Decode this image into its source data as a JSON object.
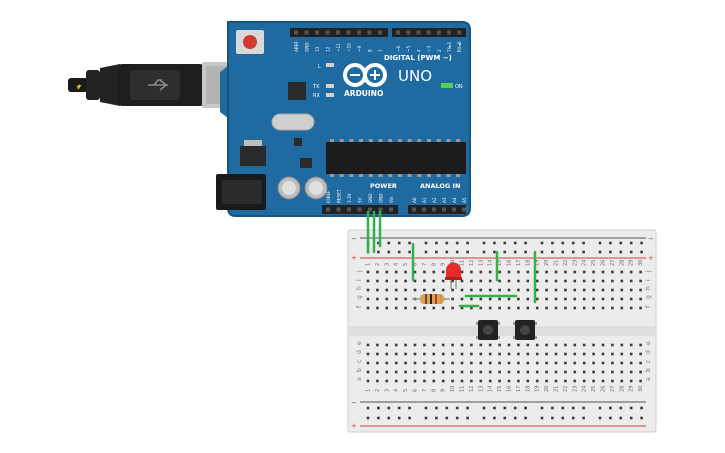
{
  "arduino": {
    "brand": "ARDUINO",
    "model": "UNO",
    "digital_header_label": "DIGITAL (PWM ~)",
    "power_label": "POWER",
    "analog_label": "ANALOG IN",
    "on_label": "ON",
    "led_l": "L",
    "led_tx": "TX",
    "led_rx": "RX",
    "digital_pins": [
      "AREF",
      "GND",
      "13",
      "12",
      "~11",
      "~10",
      "~9",
      "8",
      "7",
      "~6",
      "~5",
      "4",
      "~3",
      "2",
      "TX▸1",
      "RX◂0"
    ],
    "power_pins": [
      "IOREF",
      "RESET",
      "3.3V",
      "5V",
      "GND",
      "GND",
      "Vin"
    ],
    "analog_pins": [
      "A0",
      "A1",
      "A2",
      "A3",
      "A4",
      "A5"
    ]
  },
  "breadboard": {
    "columns": 30,
    "top_rows": [
      "j",
      "i",
      "h",
      "g",
      "f"
    ],
    "bottom_rows": [
      "e",
      "d",
      "c",
      "b",
      "a"
    ],
    "rail_minus": "−",
    "rail_plus": "+"
  },
  "colors": {
    "board": "#1f6aa0",
    "board_dark": "#17557f",
    "wire": "#33b24a",
    "led": "#e52b2b",
    "rail_red": "#d33b3b",
    "rail_black": "#555555"
  },
  "icons": [
    "usb-cable-icon",
    "reset-button-icon",
    "arduino-logo-icon",
    "led-icon",
    "resistor-icon",
    "pushbutton-icon"
  ]
}
